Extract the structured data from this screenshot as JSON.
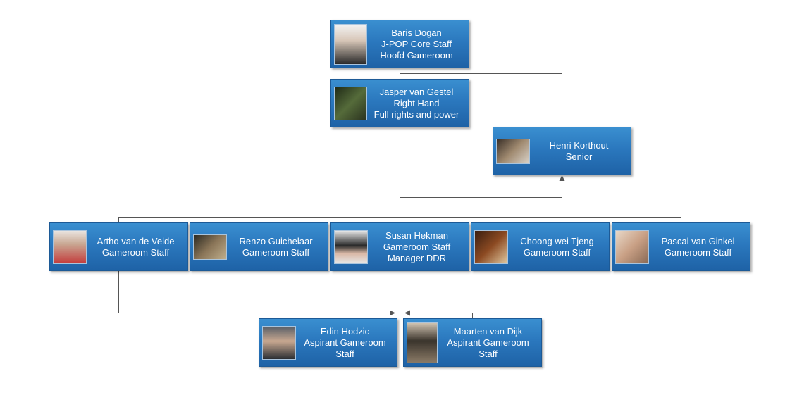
{
  "people": {
    "baris": {
      "name": "Baris Dogan",
      "role": "J-POP Core Staff",
      "detail": "Hoofd Gameroom",
      "photo_icon": "person-photo",
      "photo_color": "#c9b8a8"
    },
    "jasper": {
      "name": "Jasper van Gestel",
      "role": "Right Hand",
      "detail": "Full rights and power",
      "photo_icon": "person-photo",
      "photo_color": "#3d4a2c"
    },
    "henri": {
      "name": "Henri Korthout",
      "role": "Senior",
      "photo_icon": "person-photo",
      "photo_color": "#6b5a4a"
    },
    "artho": {
      "name": "Artho van de Velde",
      "role": "Gameroom Staff",
      "photo_icon": "person-photo",
      "photo_color": "#b33a3a"
    },
    "renzo": {
      "name": "Renzo Guichelaar",
      "role": "Gameroom Staff",
      "photo_icon": "person-photo",
      "photo_color": "#7a6a52"
    },
    "susan": {
      "name": "Susan Hekman",
      "role": "Gameroom Staff",
      "detail": "Manager DDR",
      "photo_icon": "person-photo",
      "photo_color": "#d8d8d8"
    },
    "choong": {
      "name": "Choong wei Tjeng",
      "role": "Gameroom Staff",
      "photo_icon": "person-photo",
      "photo_color": "#6b3b1f"
    },
    "pascal": {
      "name": "Pascal van Ginkel",
      "role": "Gameroom Staff",
      "photo_icon": "person-photo",
      "photo_color": "#c9a68a"
    },
    "edin": {
      "name": "Edin Hodzic",
      "role": "Aspirant Gameroom",
      "detail": "Staff",
      "photo_icon": "person-photo",
      "photo_color": "#4a4f55"
    },
    "maarten": {
      "name": "Maarten van Dijk",
      "role": "Aspirant Gameroom",
      "detail": "Staff",
      "photo_icon": "person-photo",
      "photo_color": "#8a7a66"
    }
  },
  "colors": {
    "node_top": "#3a8fd0",
    "node_bottom": "#1e62a6",
    "connector": "#555555",
    "text": "#ffffff"
  }
}
